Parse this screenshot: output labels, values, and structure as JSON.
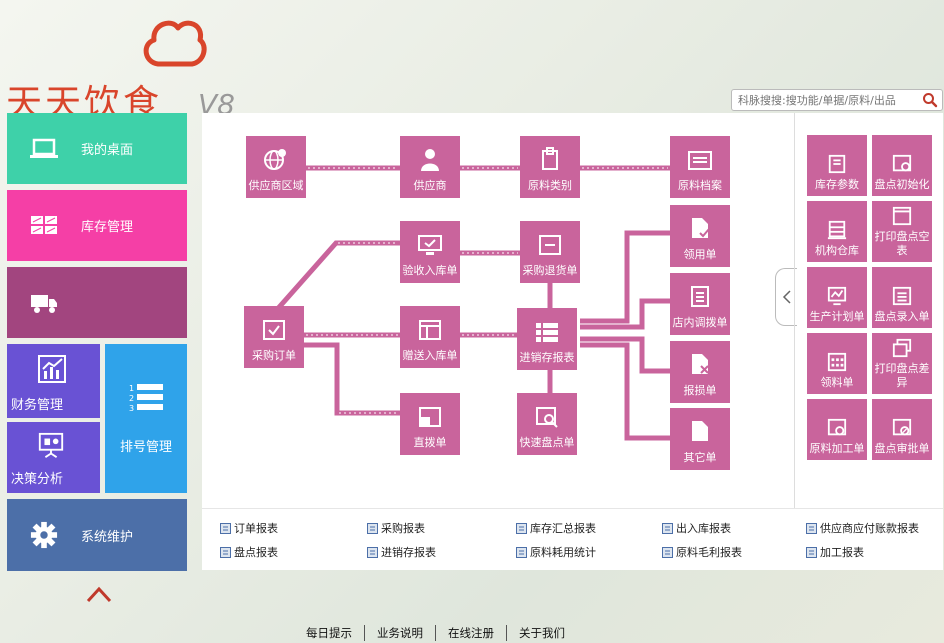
{
  "app": {
    "logo_text": "天天饮食",
    "version": "V8"
  },
  "search": {
    "placeholder": "科脉搜搜:搜功能/单据/原料/出品"
  },
  "left_nav": {
    "desk": "我的桌面",
    "stock": "库存管理",
    "finance": "财务管理",
    "decision": "决策分析",
    "numbering": "排号管理",
    "system": "系统维护"
  },
  "flow": {
    "supplier_region": "供应商区域",
    "supplier": "供应商",
    "material_category": "原料类别",
    "material_archive": "原料档案",
    "receive_in": "验收入库单",
    "purchase_return": "采购退货单",
    "requisition": "领用单",
    "purchase_order": "采购订单",
    "gift_in": "赠送入库单",
    "inventory_report": "进销存报表",
    "store_transfer": "店内调拨单",
    "damage": "报损单",
    "direct_transfer": "直拨单",
    "quick_count": "快速盘点单",
    "other": "其它单"
  },
  "right_panel": {
    "stock_params": "库存参数",
    "count_init": "盘点初始化",
    "org_warehouse": "机构仓库",
    "print_blank_count": "打印盘点空表",
    "production_plan": "生产计划单",
    "count_entry": "盘点录入单",
    "material_pick": "领料单",
    "print_count_diff": "打印盘点差异",
    "material_process": "原料加工单",
    "count_approve": "盘点审批单"
  },
  "reports": {
    "order_report": "订单报表",
    "purchase_report": "采购报表",
    "stock_summary": "库存汇总报表",
    "io_report": "出入库报表",
    "supplier_payable": "供应商应付账款报表",
    "count_report": "盘点报表",
    "inventory_report": "进销存报表",
    "material_usage": "原料耗用统计",
    "material_margin": "原料毛利报表",
    "process_report": "加工报表"
  },
  "footer": {
    "daily_tip": "每日提示",
    "business_info": "业务说明",
    "online_register": "在线注册",
    "about_us": "关于我们"
  },
  "colors": {
    "node": "#c9649c",
    "desk": "#3ed1a9",
    "stock": "#f53fa6",
    "truck": "#a2457f",
    "finance": "#6952d4",
    "numbering": "#2fa3ea",
    "system": "#4c6fa8",
    "logo": "#d9452b"
  }
}
